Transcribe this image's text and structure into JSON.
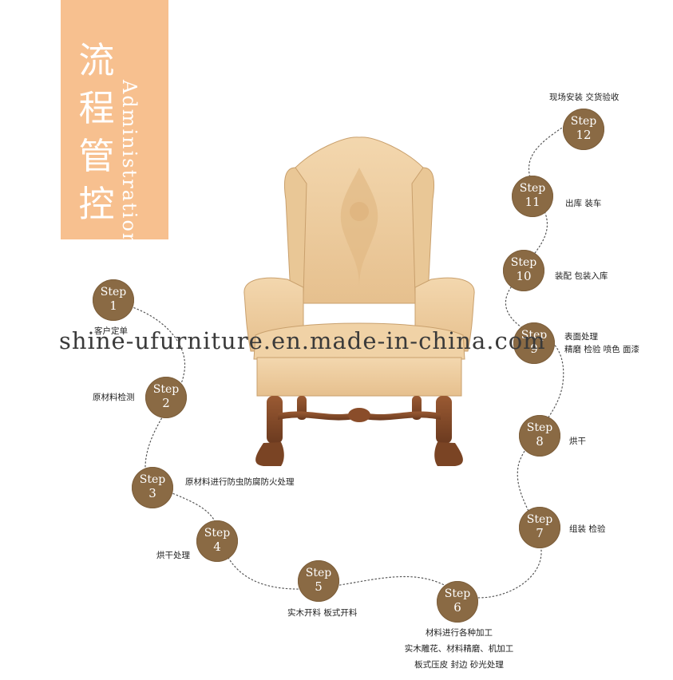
{
  "header": {
    "title_chars": [
      "流",
      "程",
      "管",
      "控"
    ],
    "subtitle": "Administration"
  },
  "step_word": "Step",
  "steps": [
    {
      "num": "1",
      "label": "客户定单"
    },
    {
      "num": "2",
      "label": "原材料检测"
    },
    {
      "num": "3",
      "label": "原材料进行防虫防腐防火处理"
    },
    {
      "num": "4",
      "label": "烘干处理"
    },
    {
      "num": "5",
      "label": "实木开料 板式开料"
    },
    {
      "num": "6",
      "label_lines": [
        "材料进行各种加工",
        "实木雕花、材料精磨、机加工",
        "板式压皮 封边 砂光处理"
      ]
    },
    {
      "num": "7",
      "label": "组装 检验"
    },
    {
      "num": "8",
      "label": "烘干"
    },
    {
      "num": "9",
      "label_lines": [
        "表面处理",
        "精磨 检验 喷色 面漆"
      ]
    },
    {
      "num": "10",
      "label": "装配 包装入库"
    },
    {
      "num": "11",
      "label": "出库 装车"
    },
    {
      "num": "12",
      "label": "现场安装 交货验收"
    }
  ],
  "watermark": "shine-ufurniture.en.made-in-china.com",
  "colors": {
    "panel": "#f7c08f",
    "step_circle": "#8a6a44",
    "path_dots": "#555555"
  }
}
